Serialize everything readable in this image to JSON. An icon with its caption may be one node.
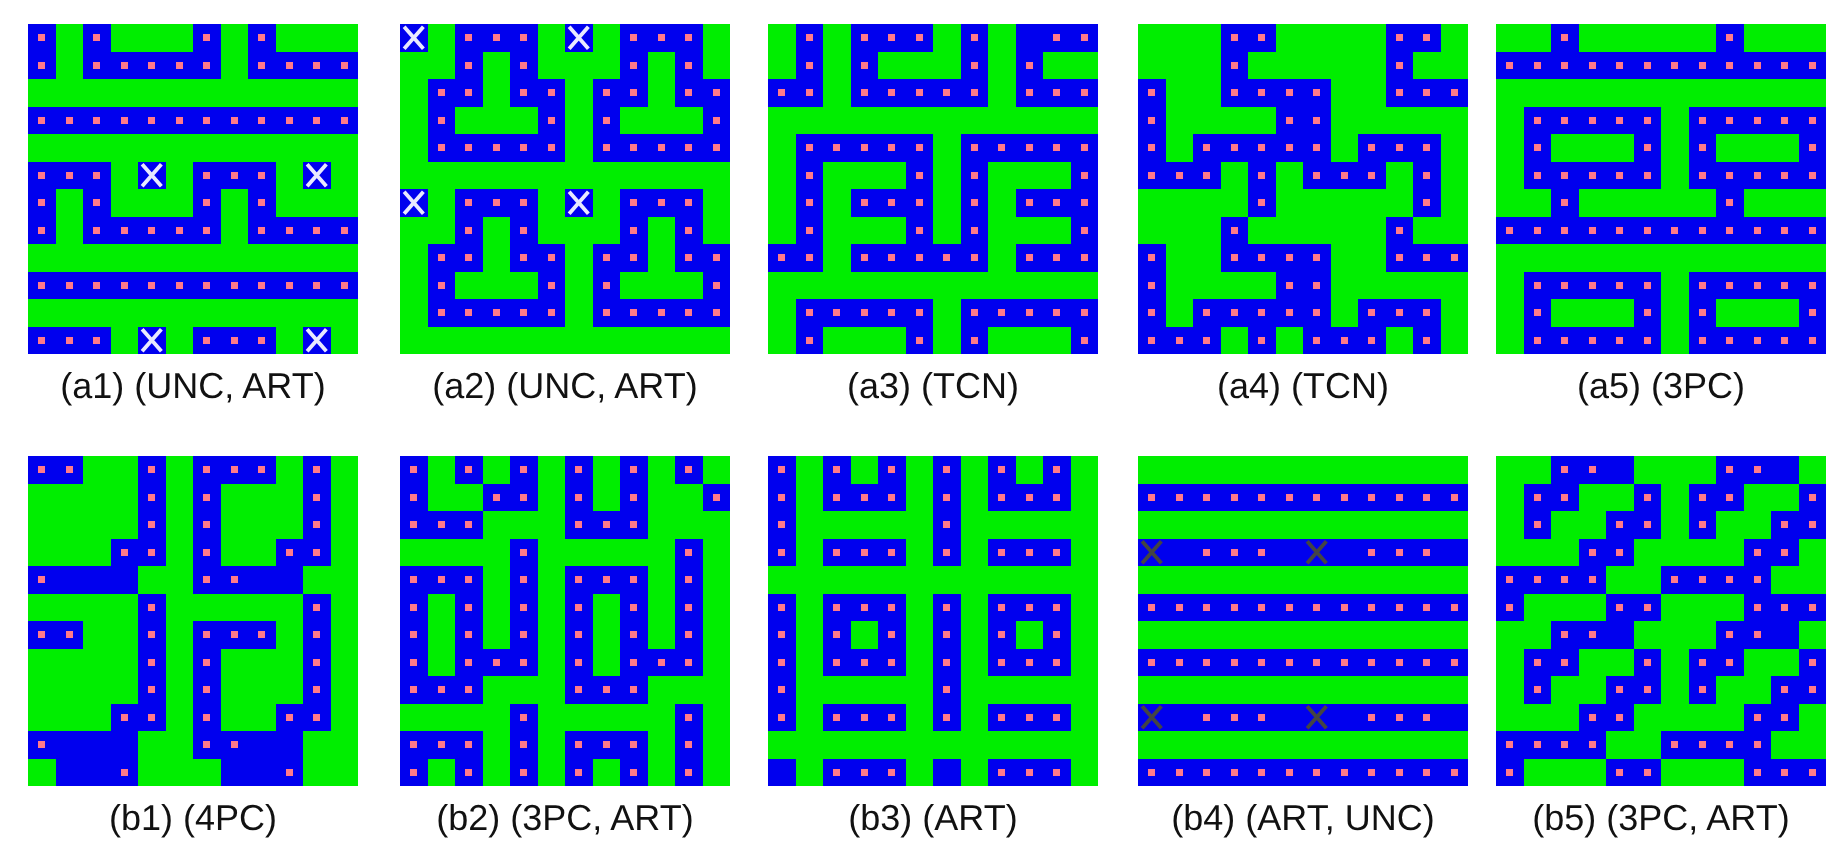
{
  "diagram": {
    "labels": [
      "(a1) (UNC, ART)",
      "(a2) (UNC, ART)",
      "(a3) (TCN)",
      "(a4) (TCN)",
      "(a5) (3PC)",
      "(b1) (4PC)",
      "(b2) (3PC, ART)",
      "(b3) (ART)",
      "(b4) (ART, UNC)",
      "(b5) (3PC, ART)"
    ]
  }
}
